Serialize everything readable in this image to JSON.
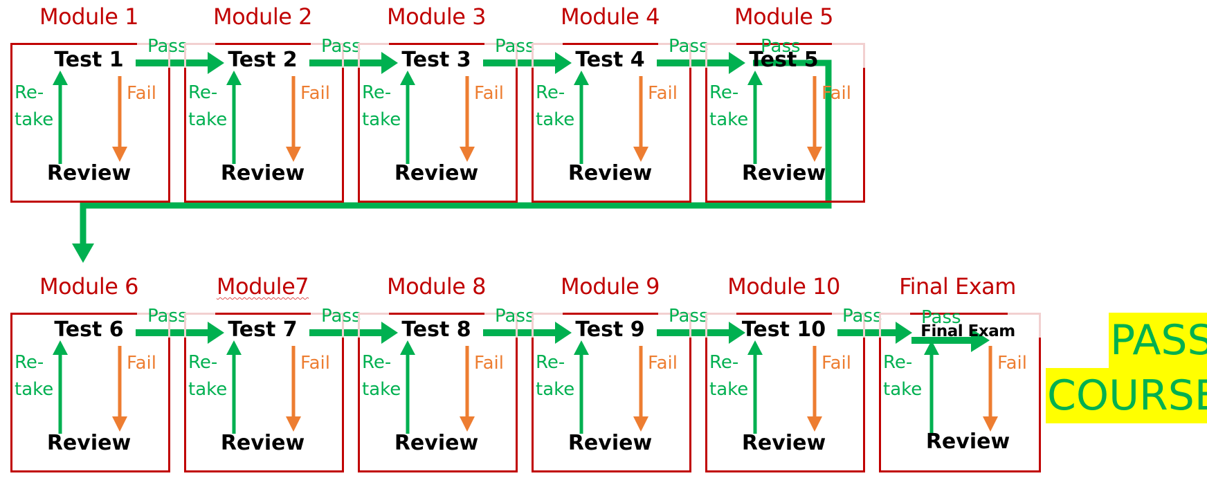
{
  "diagram": {
    "colors": {
      "module_title": "#c00000",
      "box_border": "#c00000",
      "pass_arrow": "#00b050",
      "retake_arrow": "#00b050",
      "fail_arrow": "#ed7d31",
      "highlight": "#ffff00"
    },
    "modules": [
      {
        "title": "Module 1",
        "test": "Test 1",
        "review": "Review",
        "retake": [
          "Re-",
          "take"
        ],
        "fail": "Fail",
        "pass": "Pass"
      },
      {
        "title": "Module 2",
        "test": "Test 2",
        "review": "Review",
        "retake": [
          "Re-",
          "take"
        ],
        "fail": "Fail",
        "pass": "Pass"
      },
      {
        "title": "Module 3",
        "test": "Test 3",
        "review": "Review",
        "retake": [
          "Re-",
          "take"
        ],
        "fail": "Fail",
        "pass": "Pass"
      },
      {
        "title": "Module 4",
        "test": "Test 4",
        "review": "Review",
        "retake": [
          "Re-",
          "take"
        ],
        "fail": "Fail",
        "pass": "Pass"
      },
      {
        "title": "Module 5",
        "test": "Test 5",
        "review": "Review",
        "retake": [
          "Re-",
          "take"
        ],
        "fail": "Fail",
        "pass": "Pass"
      },
      {
        "title": "Module 6",
        "test": "Test 6",
        "review": "Review",
        "retake": [
          "Re-",
          "take"
        ],
        "fail": "Fail",
        "pass": "Pass"
      },
      {
        "title": "Module7",
        "test": "Test 7",
        "review": "Review",
        "retake": [
          "Re-",
          "take"
        ],
        "fail": "Fail",
        "pass": "Pass",
        "spellcheck_flag": true
      },
      {
        "title": "Module 8",
        "test": "Test 8",
        "review": "Review",
        "retake": [
          "Re-",
          "take"
        ],
        "fail": "Fail",
        "pass": "Pass"
      },
      {
        "title": "Module 9",
        "test": "Test 9",
        "review": "Review",
        "retake": [
          "Re-",
          "take"
        ],
        "fail": "Fail",
        "pass": "Pass"
      },
      {
        "title": "Module 10",
        "test": "Test 10",
        "review": "Review",
        "retake": [
          "Re-",
          "take"
        ],
        "fail": "Fail",
        "pass": "Pass"
      },
      {
        "title": "Final Exam",
        "test": "Final Exam",
        "review": "Review",
        "retake": [
          "Re-",
          "take"
        ],
        "fail": "Fail",
        "pass": "Pass"
      }
    ],
    "outcome": {
      "line1": "PASS",
      "line2": "COURSE"
    }
  }
}
